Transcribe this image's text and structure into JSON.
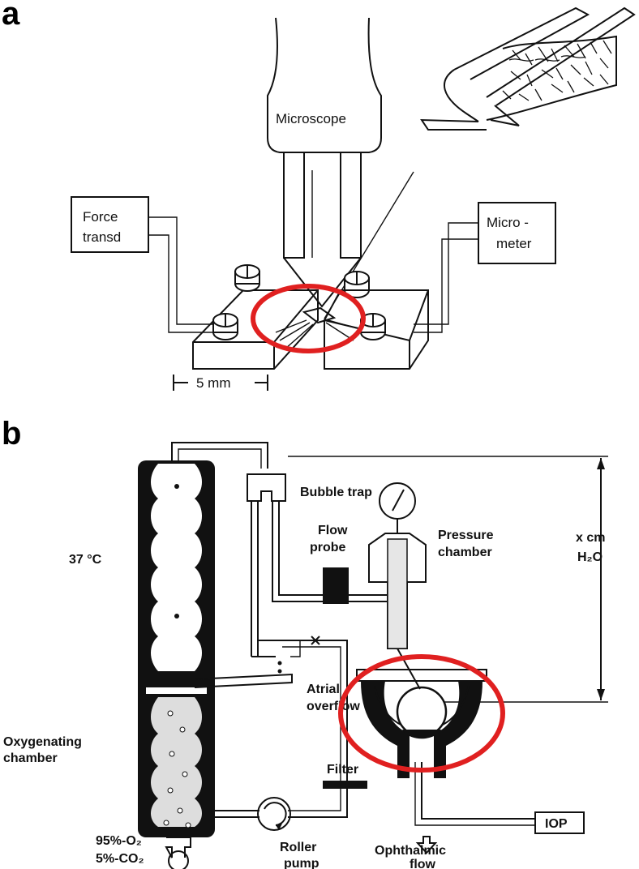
{
  "panel_a": {
    "label": "a",
    "microscope": "Microscope",
    "force_line1": "Force",
    "force_line2": "transd",
    "micro_line1": "Micro -",
    "micro_line2": "meter",
    "scale": "5 mm"
  },
  "panel_b": {
    "label": "b",
    "bubble_trap": "Bubble trap",
    "flow_probe_line1": "Flow",
    "flow_probe_line2": "probe",
    "pressure_line1": "Pressure",
    "pressure_line2": "chamber",
    "temp": "37 °C",
    "height_line1": "x cm",
    "height_line2": "H₂O",
    "atrial_line1": "Atrial",
    "atrial_line2": "overflow",
    "oxy_line1": "Oxygenating",
    "oxy_line2": "chamber",
    "filter": "Filter",
    "gas_line1": "95%-O₂",
    "gas_line2": "5%-CO₂",
    "roller_line1": "Roller",
    "roller_line2": "pump",
    "iop": "IOP",
    "ophthalmic_line1": "Ophthalmic",
    "ophthalmic_line2": "flow"
  },
  "colors": {
    "highlight": "#e02020",
    "ink": "#111111",
    "chamber": "#111111"
  }
}
